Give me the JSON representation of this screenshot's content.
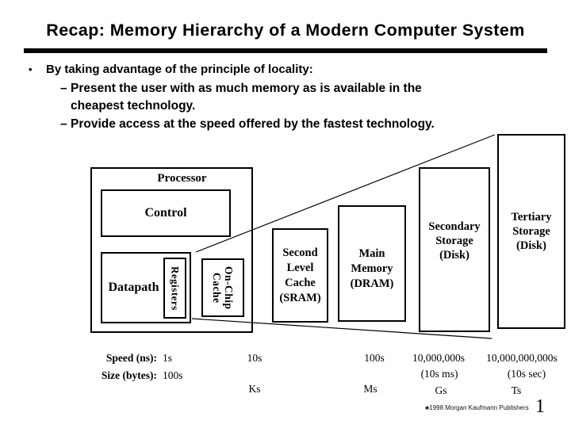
{
  "title": "Recap: Memory Hierarchy of a Modern Computer System",
  "bullets": {
    "bullet_glyph": "•",
    "dash_glyph": "–",
    "main": "By taking advantage of the principle of locality:",
    "sub1": "Present the user with as much memory as is available in the\ncheapest technology.",
    "sub2": "Provide access at the speed offered by the fastest technology."
  },
  "diagram": {
    "processor": "Processor",
    "control": "Control",
    "datapath": "Datapath",
    "registers": "Registers",
    "on_chip_cache": "On-Chip\nCache",
    "second_level_cache": "Second\nLevel\nCache\n(SRAM)",
    "main_memory": "Main\nMemory\n(DRAM)",
    "secondary_storage": "Secondary\nStorage\n(Disk)",
    "tertiary_storage": "Tertiary\nStorage\n(Disk)"
  },
  "stats": {
    "speed_label": "Speed (ns):",
    "size_label": "Size (bytes):",
    "speed_values": [
      "1s",
      "10s",
      "100s",
      "10,000,000s",
      "10,000,000,000s"
    ],
    "speed_sub_ms": "(10s ms)",
    "speed_sub_sec": "(10s sec)",
    "size_value": "100s",
    "units": [
      "Ks",
      "Ms",
      "Gs",
      "Ts"
    ]
  },
  "footer": {
    "copyright": "♣1998 Morgan Kaufmann Publishers",
    "page_number": "1"
  }
}
